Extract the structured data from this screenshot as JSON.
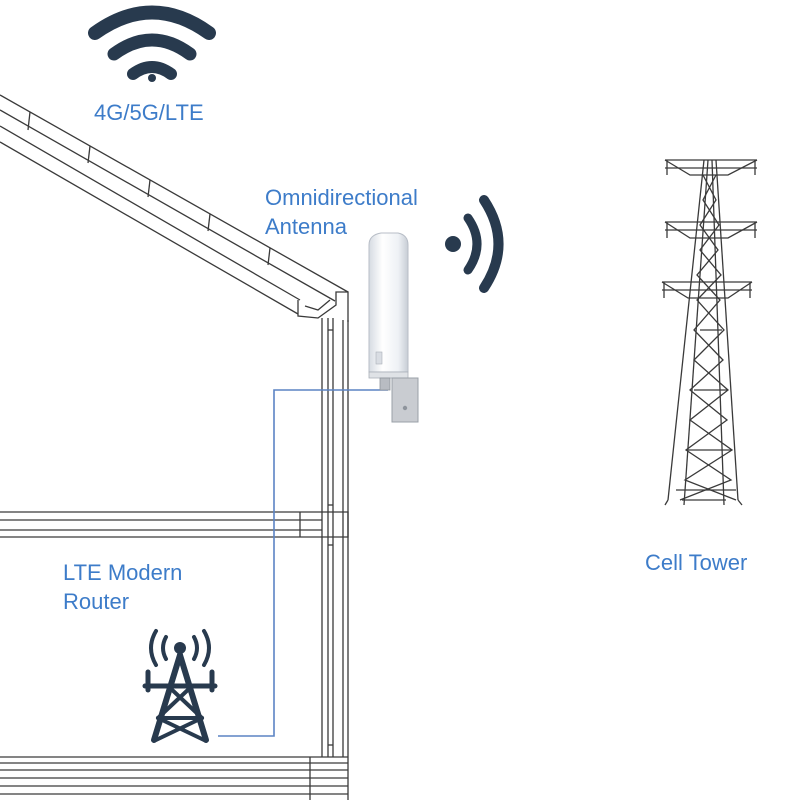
{
  "labels": {
    "signal_type": "4G/5G/LTE",
    "antenna_line1": "Omnidirectional",
    "antenna_line2": "Antenna",
    "router_line1": "LTE Modern",
    "router_line2": "Router",
    "tower": "Cell Tower"
  },
  "icons": {
    "wifi": "wifi-signal-icon",
    "broadcast": "broadcast-signal-icon",
    "router": "router-tower-icon",
    "cell_tower": "lattice-cell-tower"
  },
  "colors": {
    "label_text": "#3d7cc9",
    "icon_dark": "#283a4e",
    "cable": "#5b84c4",
    "building_line": "#3a3a3a",
    "antenna_body": "#f1f3f6",
    "bracket": "#c9ccd1"
  }
}
